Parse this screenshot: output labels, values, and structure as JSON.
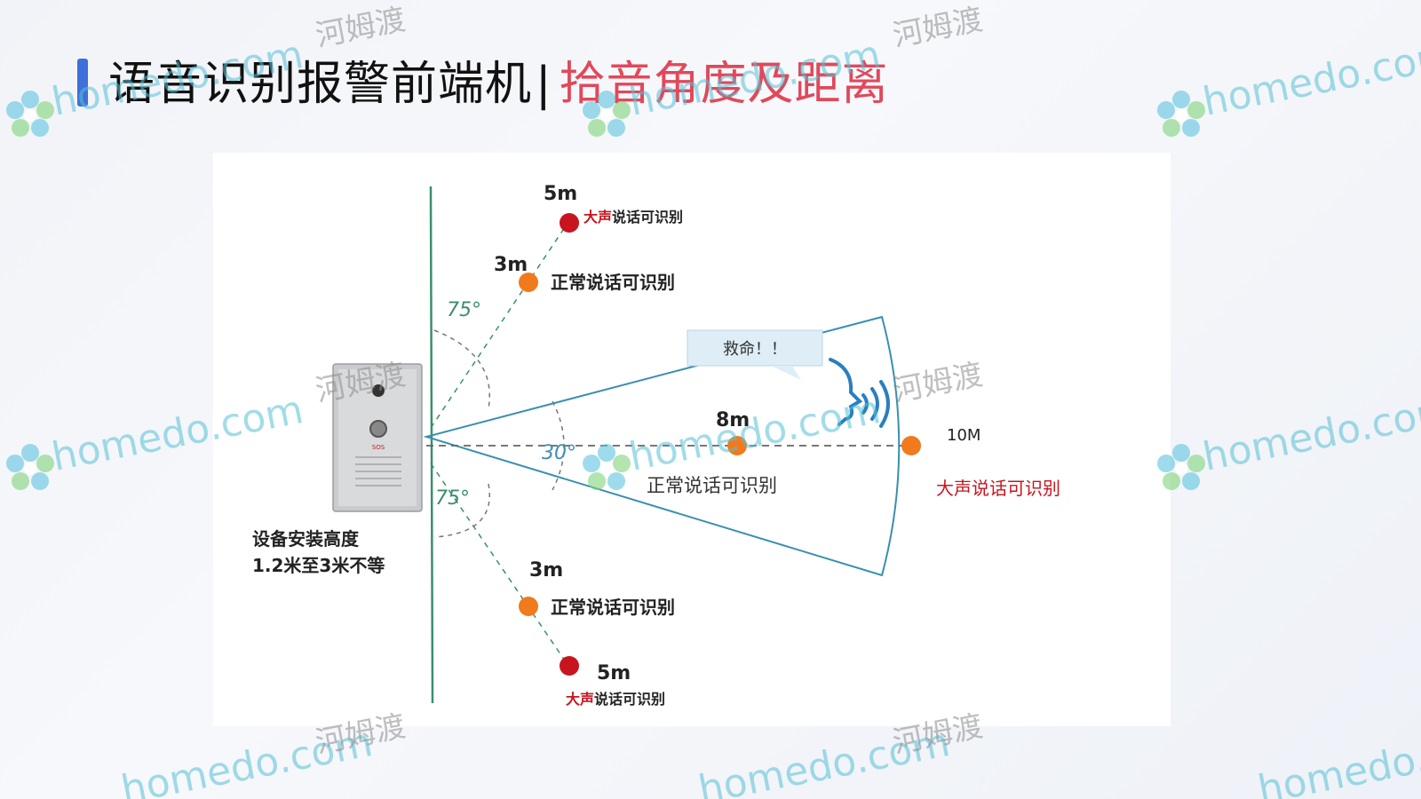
{
  "header": {
    "title_main": "语音识别报警前端机",
    "separator": "|",
    "title_highlight": "拾音角度及距离"
  },
  "diagram": {
    "top": {
      "far_distance": "5m",
      "far_label_red": "大声",
      "far_label_rest": "说话可识别",
      "near_distance": "3m",
      "near_label": "正常说话可识别",
      "angle": "75°"
    },
    "bottom": {
      "near_distance": "3m",
      "near_label": "正常说话可识别",
      "far_distance": "5m",
      "far_label_red": "大声",
      "far_label_rest": "说话可识别",
      "angle": "75°"
    },
    "center": {
      "angle": "30°",
      "mid_distance": "8m",
      "mid_label": "正常说话可识别",
      "far_distance": "10M",
      "far_label": "大声说话可识别",
      "speech_bubble": "救命！！"
    },
    "device": {
      "sos_text": "SOS",
      "install_height_line1": "设备安装高度",
      "install_height_line2": "1.2米至3米不等"
    },
    "colors": {
      "red_dot": "#c8141e",
      "orange_dot": "#f07a1c",
      "green_line": "#3a8f6a",
      "blue_line": "#3a8fb0",
      "highlight": "#e0495a"
    }
  },
  "watermarks": {
    "brand": "homedo.com",
    "brand_cn": "河姆渡"
  }
}
